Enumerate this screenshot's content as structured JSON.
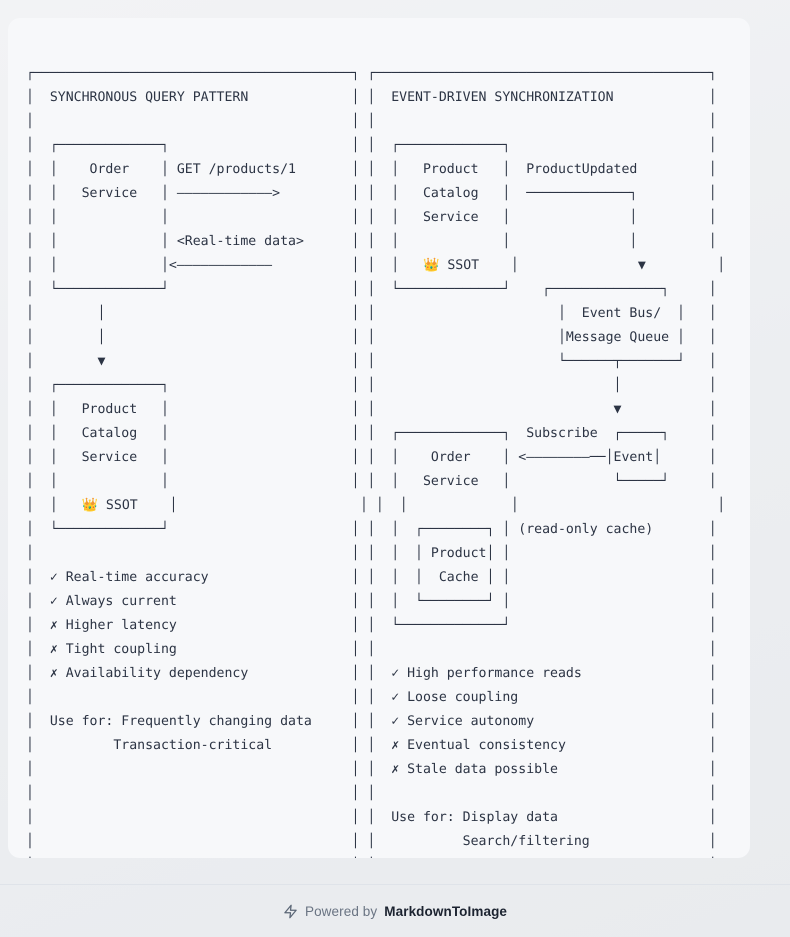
{
  "card": {
    "background": "#f7f8fa",
    "page_background": "#eceef1",
    "text_color": "#2c3444"
  },
  "left_panel": {
    "title": "SYNCHRONOUS QUERY PATTERN",
    "nodes": [
      {
        "name": "Order Service",
        "lines": [
          "Order",
          "Service"
        ]
      },
      {
        "name": "Product Catalog Service",
        "lines": [
          "Product",
          "Catalog",
          "Service"
        ],
        "badge": "👑 SSOT"
      }
    ],
    "edges": [
      {
        "label": "GET /products/1",
        "arrow": "————————————>"
      },
      {
        "label": "<Real-time data>",
        "arrow": "<————————————"
      }
    ],
    "pros": [
      "Real-time accuracy",
      "Always current"
    ],
    "cons": [
      "Higher latency",
      "Tight coupling",
      "Availability dependency"
    ],
    "use_for_label": "Use for: Frequently changing data",
    "use_for_second": "Transaction-critical"
  },
  "right_panel": {
    "title": "EVENT-DRIVEN SYNCHRONIZATION",
    "nodes": [
      {
        "name": "Product Catalog Service",
        "lines": [
          "Product",
          "Catalog",
          "Service"
        ],
        "badge": "👑 SSOT"
      },
      {
        "name": "Event Bus / Message Queue",
        "lines": [
          "Event Bus/",
          "Message Queue"
        ]
      },
      {
        "name": "Order Service",
        "lines": [
          "Order",
          "Service"
        ]
      },
      {
        "name": "Product Cache",
        "lines": [
          "Product",
          "Cache"
        ]
      },
      {
        "name": "Event",
        "lines": [
          "Event"
        ]
      }
    ],
    "edges": [
      {
        "label": "ProductUpdated"
      },
      {
        "label": "Subscribe",
        "arrow": "<————————"
      }
    ],
    "annotation": "(read-only cache)",
    "pros": [
      "High performance reads",
      "Loose coupling",
      "Service autonomy"
    ],
    "cons": [
      "Eventual consistency",
      "Stale data possible"
    ],
    "use_for_label": "Use for: Display data",
    "use_for_second": "Search/filtering"
  },
  "ascii_art": [
    "┌────────────────────────────────────┐  ┌──────────────────────────────────────┐",
    "│    SYNCHRONOUS QUERY PATTERN       │  │    EVENT-DRIVEN SYNCHRONIZATION      │",
    "│                                    │  │                                      │",
    "│    ┌─────────────┐                 │  │    ┌─────────────┐                   │",
    "│    │   Order     │  GET /products/1│  │    │   Product   │  ProductUpdated    │",
    "│    │   Service   │  ──────────────>│  │    │   Catalog   │  ─────────────┐    │",
    "│    │             │                 │  │    │   Service   │               │    │",
    "│    │             │ <Real-time data>│  │    │             │               │    │",
    "│    │             │ <───────────────│  │    │   👑 SSOT   │               ▼    │",
    "│    └─────────────┘                 │  │    └─────────────┘    ┌──────────────┐│",
    "│          │                         │  │                      │  Event Bus/  ││",
    "│          │                         │  │                      │ Message Queue││",
    "│          ▼                         │  │                      └──────┬───────┘│",
    "│    ┌─────────────┐                 │  │                             │        │",
    "│    │   Product   │                 │  │                             ▼        │",
    "│    │   Catalog   │                 │  │    ┌─────────────┐  Subscribe  ┌─────┐│",
    "│    │   Service   │                 │  │    │   Order     │ <───────────│Event││",
    "│    │             │                 │  │    │   Service   │             └─────┘│",
    "│    │   👑 SSOT   │                 │  │    │             │                    │",
    "│    └─────────────┘                 │  │    │  ┌────────┐ │ (read-only cache)  │",
    "│                                    │  │    │  │ Product│ │                    │",
    "│  ✓ Real-time accuracy              │  │    │  │  Cache │ │                    │",
    "│  ✓ Always current                  │  │    │  └────────┘ │                    │",
    "│  ✗ Higher latency                  │  │    └─────────────┘                    │",
    "│  ✗ Tight coupling                  │  │                                       │",
    "│  ✗ Availability dependency         │  │  ✓ High performance reads             │",
    "│                                    │  │  ✓ Loose coupling                     │",
    "│  Use for: Frequently changing data │  │  ✓ Service autonomy                   │",
    "│           Transaction-critical     │  │  ✗ Eventual consistency               │",
    "│                                    │  │  ✗ Stale data possible                │",
    "│                                    │  │                                       │",
    "│                                    │  │  Use for: Display data                │",
    "│                                    │  │            Search/filtering           │",
    "└────────────────────────────────────┘  └───────────────────────────────────────┘"
  ],
  "ascii_rows": [
    "┌──────────────────────────────────┐ ┌───────────────────────────────────────┐",
    "│  SYNCHRONOUS QUERY PATTERN       │ │  EVENT-DRIVEN SYNCHRONIZATION         │",
    "│                                  │ │                                       │",
    "│   ┌──────────────┐               │ │   ┌─────────────┐                     │",
    "│   │   Order      │ GET /products/1 │   │   Product   │  ProductUpdated     │",
    "│   │   Service    │ ──────────────>│ │   │   Catalog   │  ─────────────┐     │",
    "│   │              │               │ │   │   Service   │               │     │",
    "│   │              │<Real-time data>│ │   │             │               │     │",
    "│   │              │<───────────────│ │   │   👑 SSOT   │               ▼     │",
    "│   └──────────────┘               │ │   └─────────────┘   ┌─────────────┐  │",
    "│         │                        │ │                     │ Event Bus/  │ ││",
    "│         │                        │ │                     │Message Queue│ ││",
    "│         ▼                        │ │                     └──────┬──────┘  │",
    "│   ┌──────────────┐               │ │                            │         │",
    "│   │   Product    │               │ │                            ▼         │",
    "│   │   Catalog    │               │ │   ┌─────────────┐ Subscribe  ┌─────┐ │",
    "│   │   Service    │               │ │   │   Order     │<──────────│Event│ │",
    "│   │              │               │ │   │   Service   │           └─────┘ │",
    "│   │   👑 SSOT    │               │ │   │             │                   │",
    "│   └──────────────┘               │ │   │  ┌────────┐ │ (read-only cache) │",
    "│                                  │ │   │  │Product │ │                   │",
    "│  ✓ Real-time accuracy            │ │   │  │ Cache  │ │                   │",
    "│  ✓ Always current                │ │   │  └────────┘ │                   │",
    "│  ✗ Higher latency                │ │   └─────────────┘                   │",
    "│  ✗ Tight coupling                │ │                                     │",
    "│  ✗ Availability dependency        │ │  ✓ High performance reads           │",
    "│                                  │ │  ✓ Loose coupling                   │",
    "│  Use for: Frequently changing data│ │  ✓ Service autonomy                 │",
    "│          Transaction-critical    │ │  ✗ Eventual consistency             │",
    "│                                  │ │  ✗ Stale data possible              │",
    "│                                  │ │                                     │",
    "│                                  │ │  Use for: Display data              │",
    "│                                  │ │           Search/filtering          │",
    "└──────────────────────────────────┘ └─────────────────────────────────────┘"
  ],
  "footer": {
    "icon": "lightning-bolt-icon",
    "powered_by": "Powered by ",
    "brand": "MarkdownToImage"
  }
}
